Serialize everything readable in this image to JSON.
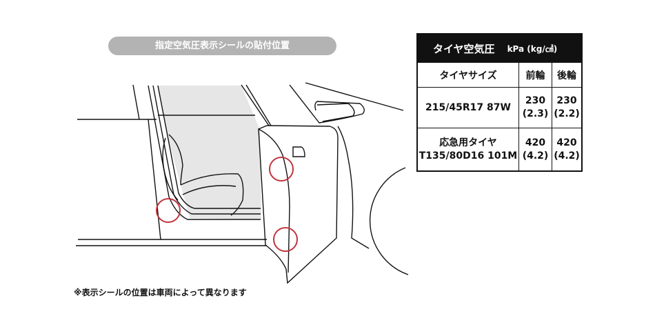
{
  "title_pill": "指定空気圧表示シールの貼付位置",
  "footnote": "※表示シールの位置は車両によって異なります",
  "table": {
    "title": "タイヤ空気圧",
    "unit": "kPa (kg/㎠)",
    "headers": [
      "タイヤサイズ",
      "前輪",
      "後輪"
    ],
    "rows": [
      {
        "size": "215/45R17 87W",
        "front": "230\n(2.3)",
        "rear": "230\n(2.2)"
      },
      {
        "size": "応急用タイヤ\nT135/80D16 101M",
        "front": "420\n(4.2)",
        "rear": "420\n(4.2)"
      }
    ]
  },
  "colors": {
    "marker": "#c0343c",
    "pill": "#b3b3b3",
    "window": "#e6e6e6"
  }
}
